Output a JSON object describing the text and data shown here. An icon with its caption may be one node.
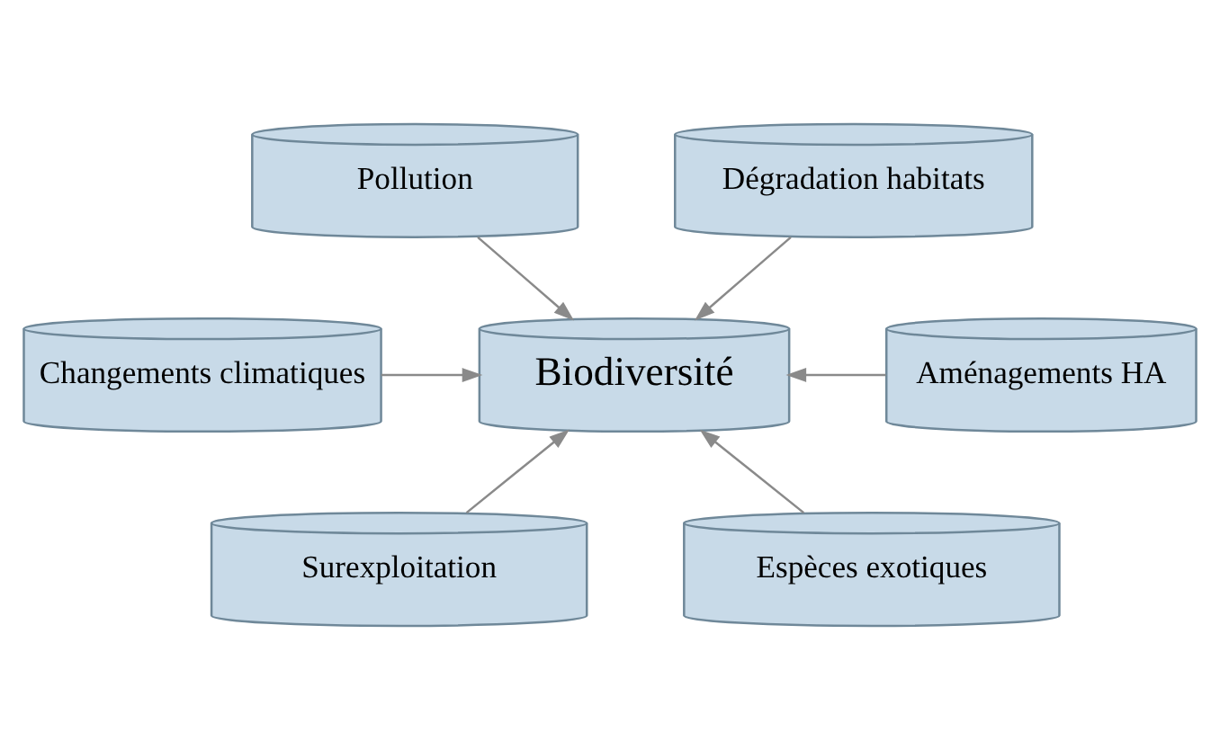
{
  "diagram": {
    "nodes": [
      {
        "text": [
          "Pollution"
        ]
      },
      {
        "text": [
          "Dégradation habitats"
        ]
      },
      {
        "text": [
          "Changements climatiques"
        ]
      },
      {
        "text": [
          "Biodiversité"
        ]
      },
      {
        "text": [
          "Aménagements HA"
        ]
      },
      {
        "text": [
          "Surexploitation"
        ]
      },
      {
        "text": [
          "Espèces exotiques"
        ]
      }
    ],
    "edges": [
      {
        "from": 0,
        "to": 3,
        "arrow": "to"
      },
      {
        "from": 1,
        "to": 3,
        "arrow": "to"
      },
      {
        "from": 2,
        "to": 3,
        "arrow": "to"
      },
      {
        "from": 4,
        "to": 3,
        "arrow": "to"
      },
      {
        "from": 5,
        "to": 3,
        "arrow": "to"
      },
      {
        "from": 6,
        "to": 3,
        "arrow": "to"
      }
    ]
  }
}
